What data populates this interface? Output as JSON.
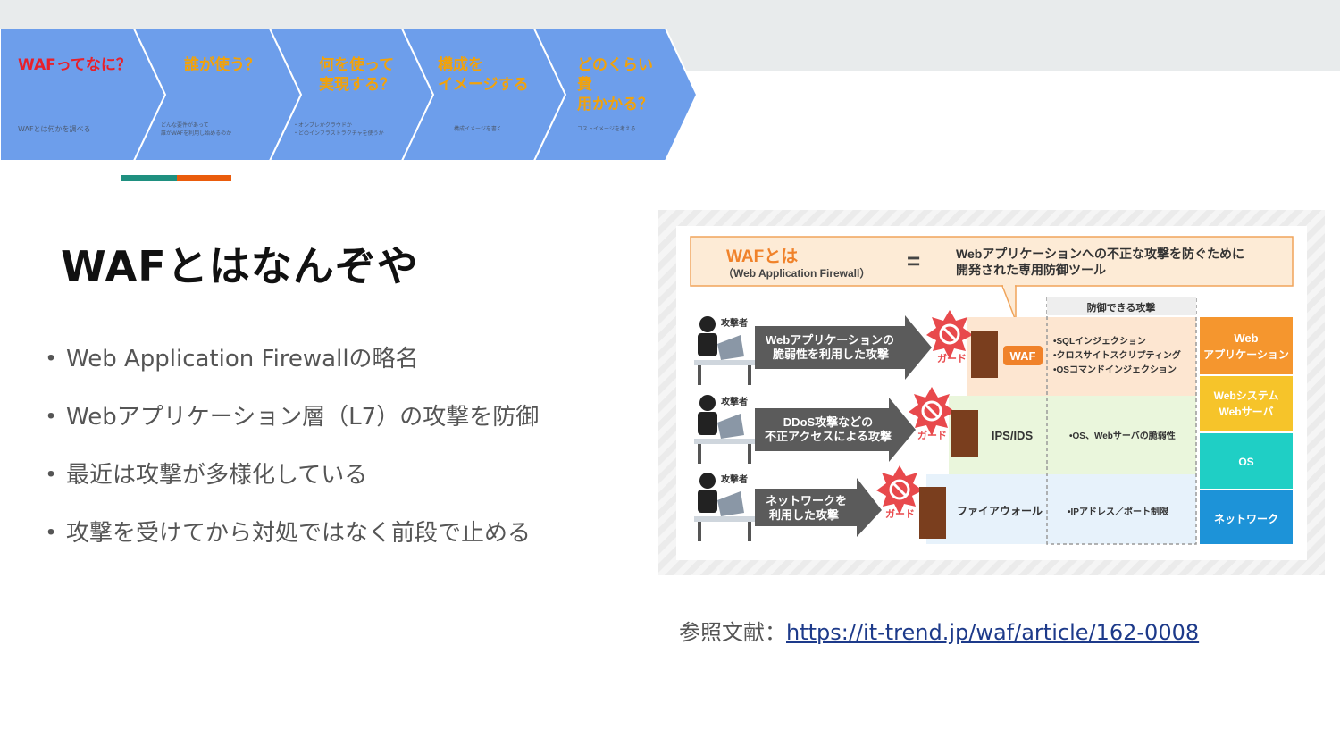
{
  "steps": [
    {
      "title": "WAFってなに？",
      "desc": "WAFとは何かを調べる",
      "color": "#e8202a"
    },
    {
      "title": "誰が使う？",
      "desc": "どんな要件があって\n誰がWAFを利用し始めるのか",
      "color": "#f2a20a"
    },
    {
      "title": "何を使って\n実現する？",
      "desc": "・オンプレかクラウドか\n・どのインフラストラクチャを使うか",
      "color": "#f2a20a"
    },
    {
      "title": "構成を\nイメージする",
      "desc": "構成イメージを書く",
      "color": "#f2a20a"
    },
    {
      "title": "どのくらい費\n用かかる？",
      "desc": "コストイメージを考える",
      "color": "#f2a20a"
    }
  ],
  "page_title": "WAFとはなんぞや",
  "bullet_marker": "・",
  "bullets": [
    "Web Application Firewallの略名",
    "Webアプリケーション層（L7）の攻撃を防御",
    "最近は攻撃が多様化している",
    "攻撃を受けてから対処ではなく前段で止める"
  ],
  "figure": {
    "waf_label": "WAFとは",
    "waf_full": "（Web Application Firewall）",
    "equals": "=",
    "definition_line1": "Webアプリケーションへの不正な攻撃を防ぐために",
    "definition_line2": "開発された専用防御ツール",
    "attack_header": "防御できる攻撃",
    "attacker_label": "攻撃者",
    "guard_label": "ガード",
    "rows": [
      {
        "arrow_line1": "Webアプリケーションの",
        "arrow_line2": "脆弱性を利用した攻撃",
        "defense": "WAF",
        "attacks": [
          "•SQLインジェクション",
          "•クロスサイトスクリプティング",
          "•OSコマンドインジェクション"
        ],
        "layer": "Web\nアプリケーション"
      },
      {
        "arrow_line1": "DDoS攻撃などの",
        "arrow_line2": "不正アクセスによる攻撃",
        "defense": "IPS/IDS",
        "attacks": [
          "•OS、Webサーバの脆弱性"
        ],
        "layer": "Webシステム\nWebサーバ"
      },
      {
        "arrow_line1": "ネットワークを",
        "arrow_line2": "利用した攻撃",
        "defense": "ファイアウォール",
        "attacks": [
          "•IPアドレス／ポート制限"
        ],
        "layer": "OS"
      }
    ],
    "layer_bottom": "ネットワーク",
    "layer_colors": [
      "#f5962e",
      "#f6c42a",
      "#1fcfc5",
      "#1d93d8"
    ]
  },
  "reference": {
    "label": "参照文献：",
    "url": "https://it-trend.jp/waf/article/162-0008"
  }
}
